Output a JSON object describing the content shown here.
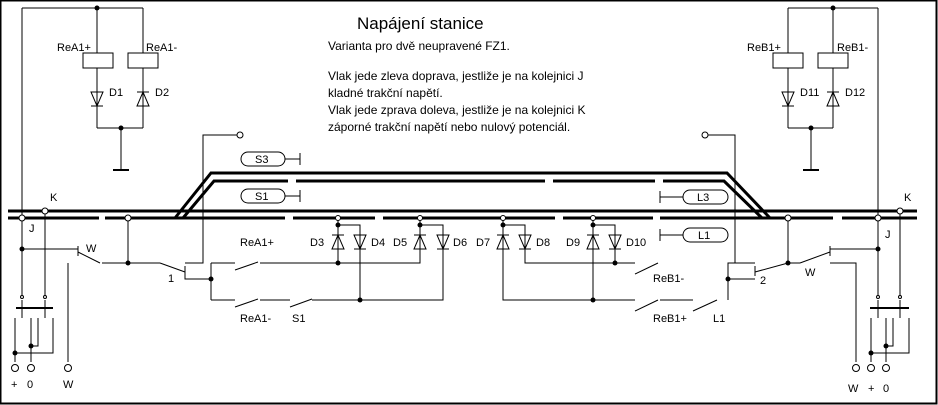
{
  "title": "Napájení stanice",
  "description": [
    "Varianta pro dvě neupravené FZ1.",
    "Vlak jede zleva doprava, jestliže je na kolejnici J",
    "kladné trakční napětí.",
    "Vlak jede zprava doleva, jestliže je na kolejnici K",
    "záporné trakční napětí nebo nulový potenciál."
  ],
  "relays": {
    "rea1p": "ReA1+",
    "rea1m": "ReA1-",
    "reb1p": "ReB1+",
    "reb1m": "ReB1-"
  },
  "diodes": [
    "D1",
    "D2",
    "D3",
    "D4",
    "D5",
    "D6",
    "D7",
    "D8",
    "D9",
    "D10",
    "D11",
    "D12"
  ],
  "signals": {
    "s3": "S3",
    "s1": "S1",
    "l3": "L3",
    "l1": "L1"
  },
  "switches": {
    "w_left": "W",
    "w_right": "W",
    "sw1": "1",
    "sw2": "2",
    "s1": "S1",
    "l1": "L1"
  },
  "rails": {
    "j_left": "J",
    "k_left": "K",
    "j_right": "J",
    "k_right": "K"
  },
  "terminals": {
    "left": [
      "+",
      "0",
      "W"
    ],
    "right": [
      "W",
      "+",
      "0"
    ]
  }
}
